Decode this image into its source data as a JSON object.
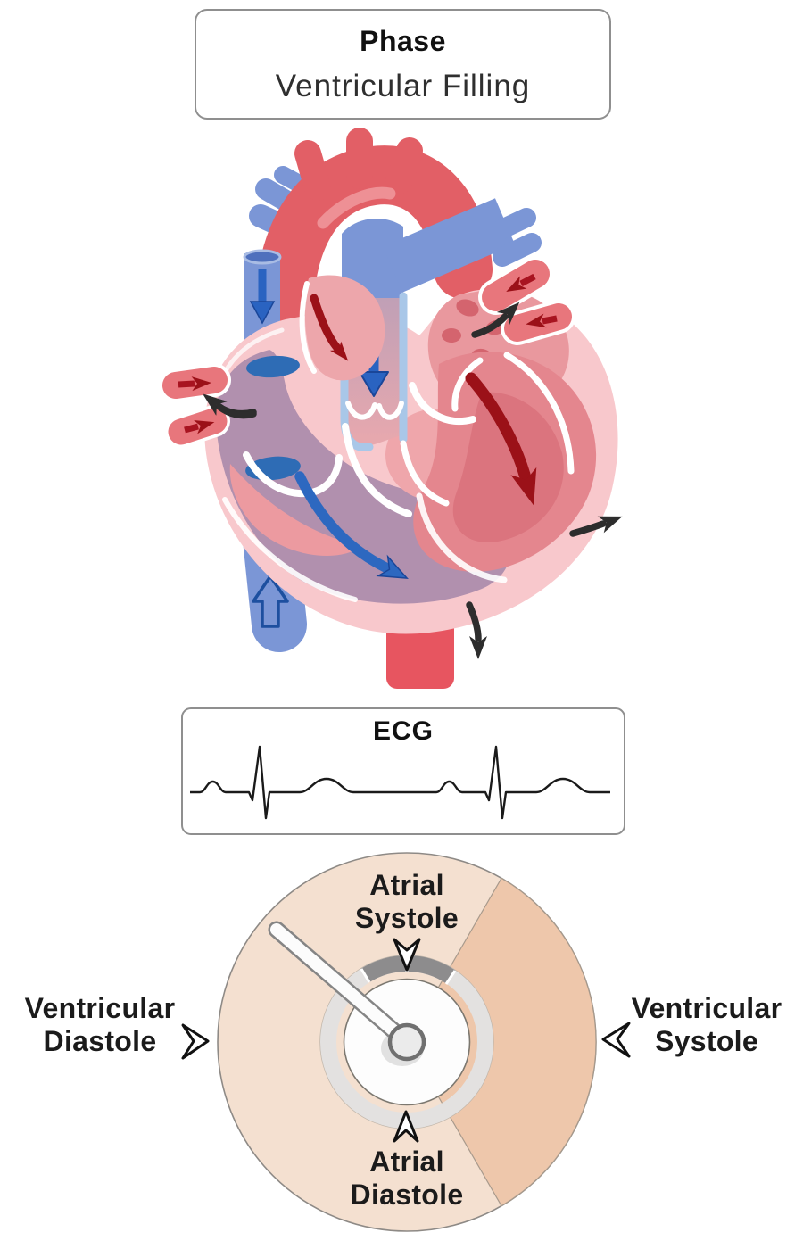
{
  "phase_panel": {
    "title": "Phase",
    "value": "Ventricular Filling"
  },
  "ecg_panel": {
    "title": "ECG",
    "waveform": "two normal sinus beats with P wave, QRS complex and T wave"
  },
  "heart": {
    "description": "Cross-section cartoon heart showing passive ventricular filling",
    "structures": [
      "aorta",
      "pulmonary-artery",
      "pulmonary-trunk",
      "superior-vena-cava",
      "inferior-vena-cava",
      "right-atrium",
      "right-ventricle",
      "left-atrium",
      "left-ventricle",
      "pulmonary-veins",
      "descending-aorta",
      "mitral-valve",
      "tricuspid-valve",
      "semilunar-valve"
    ],
    "flow_arrow_icons": [
      "blue-down-arrow-svc",
      "blue-up-arrow-ivc",
      "blue-down-arrow-pulmonary-trunk",
      "blue-curved-arrow-ra-to-rv",
      "dark-red-arrow-la-roof",
      "dark-red-curved-arrow-la-to-lv",
      "red-arrows-pulmonary-veins-left",
      "red-arrows-pulmonary-veins-right"
    ],
    "wall_motion_arrow_icons": [
      "black-arrow-left",
      "black-arrow-top-right",
      "black-arrow-right",
      "black-arrow-bottom"
    ],
    "colors": {
      "aorta_red": "#e25f66",
      "vein_blue": "#7b96d6",
      "flow_blue": "#2a63c1",
      "flow_dark_red": "#9b1118",
      "wall_pink": "#f8c8cc",
      "atrium_salmon": "#e9989e",
      "right_cavity_mauve": "#b190ae",
      "ventricle_rose": "#e4868e",
      "motion_black": "#2d2d2d"
    }
  },
  "cycle_dial": {
    "labels": {
      "top": "Atrial\nSystole",
      "bottom": "Atrial\nDiastole",
      "left": "Ventricular\nDiastole",
      "right": "Ventricular\nSystole"
    },
    "pointer_icons": [
      "down-kite-arrow",
      "up-kite-arrow",
      "right-kite-arrow",
      "left-kite-arrow"
    ],
    "hand_direction": "upper-left",
    "colors": {
      "face": "#f4e0d0",
      "active_sector": "#eec7ab",
      "ring": "#e3e1e0",
      "ring_highlight": "#8d8c8d",
      "hand": "#fbfbfb",
      "outline": "#8e8a86",
      "text": "#1b1b1b"
    }
  }
}
